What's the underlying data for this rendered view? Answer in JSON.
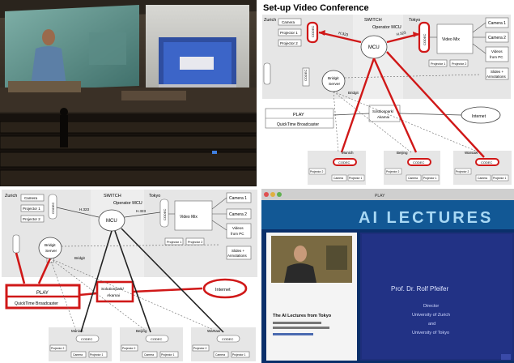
{
  "diagram_top": {
    "title": "Set-up Video Conference",
    "nodes": {
      "zurich": "Zurich",
      "switch": "SWITCH",
      "operator_mcu": "Operator MCU",
      "tokyo": "Tokyo",
      "camera": "Camera",
      "projector_1": "Projector 1",
      "projector_2": "Projector 2",
      "codec": "CODEC",
      "mcu": "MCU",
      "h323": "H.323",
      "video_mix": "Video Mix",
      "camera_1": "Camera 1",
      "camera_2": "Camera 2",
      "videos_from_pc_1": "Videos",
      "videos_from_pc_2": "from PC",
      "slides_1": "Slides +",
      "slides_2": "Annotations",
      "bridgit_server_1": "Bridgit",
      "bridgit_server_2": "Server",
      "bridgit": "Bridgit",
      "play": "PLAY",
      "quicktime": "QuickTime Broadcaster",
      "solutionpark_1": "Solutionpark/",
      "solutionpark_2": "Akamai",
      "internet": "Internet",
      "munich": "Munich",
      "beijing": "Beijing",
      "warsaw": "Warsaw"
    }
  },
  "diagram_bottom": {
    "nodes": {
      "zurich": "Zurich",
      "switch": "SWITCH",
      "operator_mcu": "Operator MCU",
      "tokyo": "Tokyo",
      "camera": "Camera",
      "projector_1": "Projector 1",
      "projector_2": "Projector 2",
      "codec": "CODEC",
      "mcu": "MCU",
      "h323": "H.323",
      "video_mix": "Video Mix",
      "camera_1": "Camera 1",
      "camera_2": "Camera 2",
      "videos_1": "Videos",
      "videos_2": "from PC",
      "slides_1": "Slides +",
      "slides_2": "Annotations",
      "bridgit_server_1": "Bridgit",
      "bridgit_server_2": "Server",
      "bridgit": "Bridgit",
      "play": "PLAY",
      "quicktime": "QuickTime Broadcaster",
      "solutionpark_1": "Solutionpark/",
      "solutionpark_2": "Akamai",
      "internet": "Internet",
      "munich": "Munich",
      "beijing": "Beijing",
      "warsaw": "Warsaw"
    }
  },
  "lecture_page": {
    "window_label": "PLAY",
    "banner": "AI LECTURES",
    "speaker": "Prof. Dr. Rolf Pfeifer",
    "affiliation_1": "Director",
    "affiliation_2": "University of Zurich",
    "affiliation_3": "and",
    "affiliation_4": "University of Tokyo",
    "info_title": "The AI Lectures from Tokyo"
  },
  "colors": {
    "accent_red": "#d01818",
    "panel_gray": "#e6e6e6",
    "lecture_blue": "#0a2f6a"
  }
}
